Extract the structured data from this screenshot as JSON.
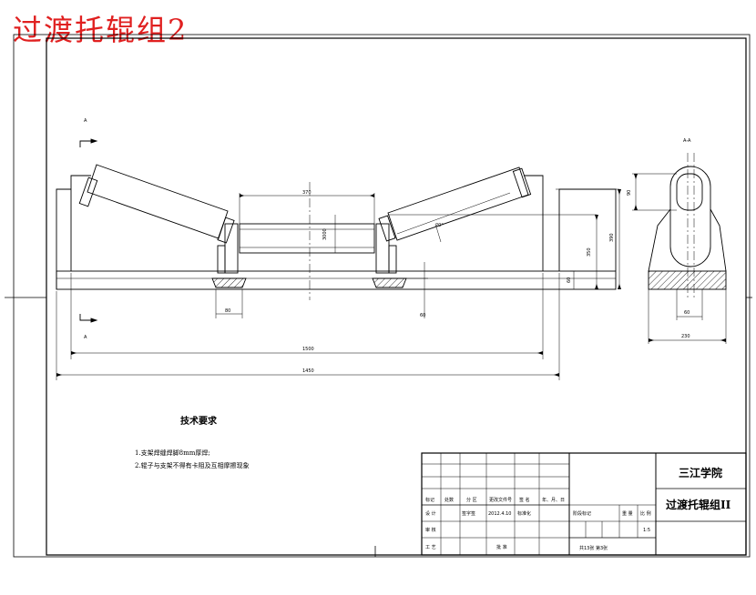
{
  "page_title": "过渡托辊组2",
  "views": {
    "front": {
      "section_mark_top": "A",
      "section_mark_bottom": "A",
      "dimensions": {
        "roller_length": "370",
        "center_height": "3000",
        "trough_angle": "20°",
        "height_a": "350",
        "height_b": "390",
        "height_c": "60",
        "foot_width": "80",
        "foot_height": "60",
        "span_inner": "1500",
        "span_outer": "1450"
      }
    },
    "side": {
      "view_label": "A-A",
      "dimensions": {
        "top_height": "90",
        "slot_width": "60",
        "base_width": "230"
      }
    }
  },
  "tech_requirements": {
    "title": "技术要求",
    "items": [
      "1.支架焊缝焊脚8mm厚焊;",
      "2.辊子与支架不得有卡阻及互相摩擦现象"
    ]
  },
  "title_block": {
    "school": "三江学院",
    "drawing_name": "过渡托辊组II",
    "scale": "1:5",
    "sheet_info": "共13张  第3张",
    "cells": {
      "r1": [
        "标记",
        "处数",
        "分 区",
        "更改文件号",
        "签 名",
        "年、月、日"
      ],
      "r2": [
        "设 计",
        "签字签",
        "2012.4.10",
        "标准化"
      ],
      "r3": [
        "审 核"
      ],
      "r4": [
        "工 艺",
        "",
        "",
        "批 准"
      ],
      "mid": [
        "阶段标记",
        "重 量",
        "比 例"
      ]
    }
  }
}
